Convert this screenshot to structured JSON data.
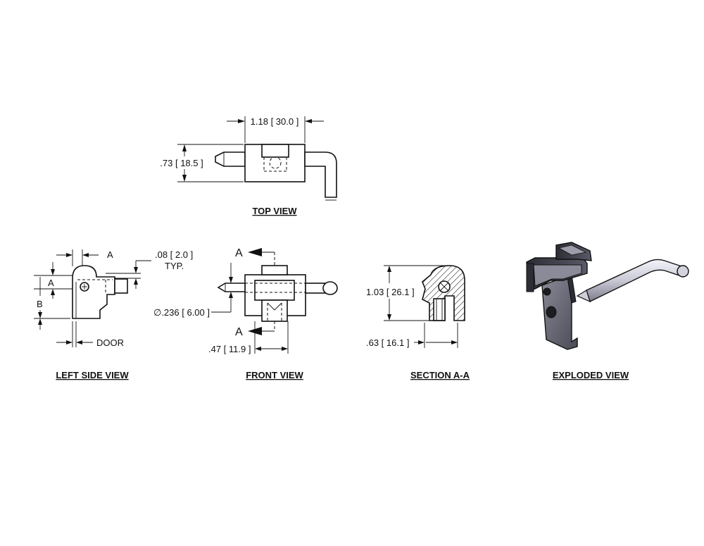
{
  "views": {
    "top": {
      "title": "TOP VIEW",
      "width_dim": "1.18 [ 30.0 ]",
      "height_dim": ".73 [ 18.5 ]"
    },
    "left_side": {
      "title": "LEFT SIDE VIEW",
      "label_a_top": "A",
      "label_a_side": "A",
      "label_b": "B",
      "door_label": "DOOR",
      "gap_dim": ".08 [ 2.0 ]",
      "gap_note": "TYP."
    },
    "front": {
      "title": "FRONT VIEW",
      "section_mark_top": "A",
      "section_mark_bottom": "A",
      "pin_dia_dim": "∅.236 [ 6.00 ]",
      "offset_dim": ".47 [ 11.9 ]"
    },
    "section": {
      "title": "SECTION A-A",
      "height_dim": "1.03 [ 26.1 ]",
      "width_dim": ".63 [ 16.1 ]"
    },
    "exploded": {
      "title": "EXPLODED VIEW"
    }
  },
  "colors": {
    "line": "#111111",
    "part_dark": "#3e3e48",
    "part_mid": "#6d6d7b",
    "part_light": "#b9b9c6",
    "pin_light": "#e6e6ee"
  }
}
